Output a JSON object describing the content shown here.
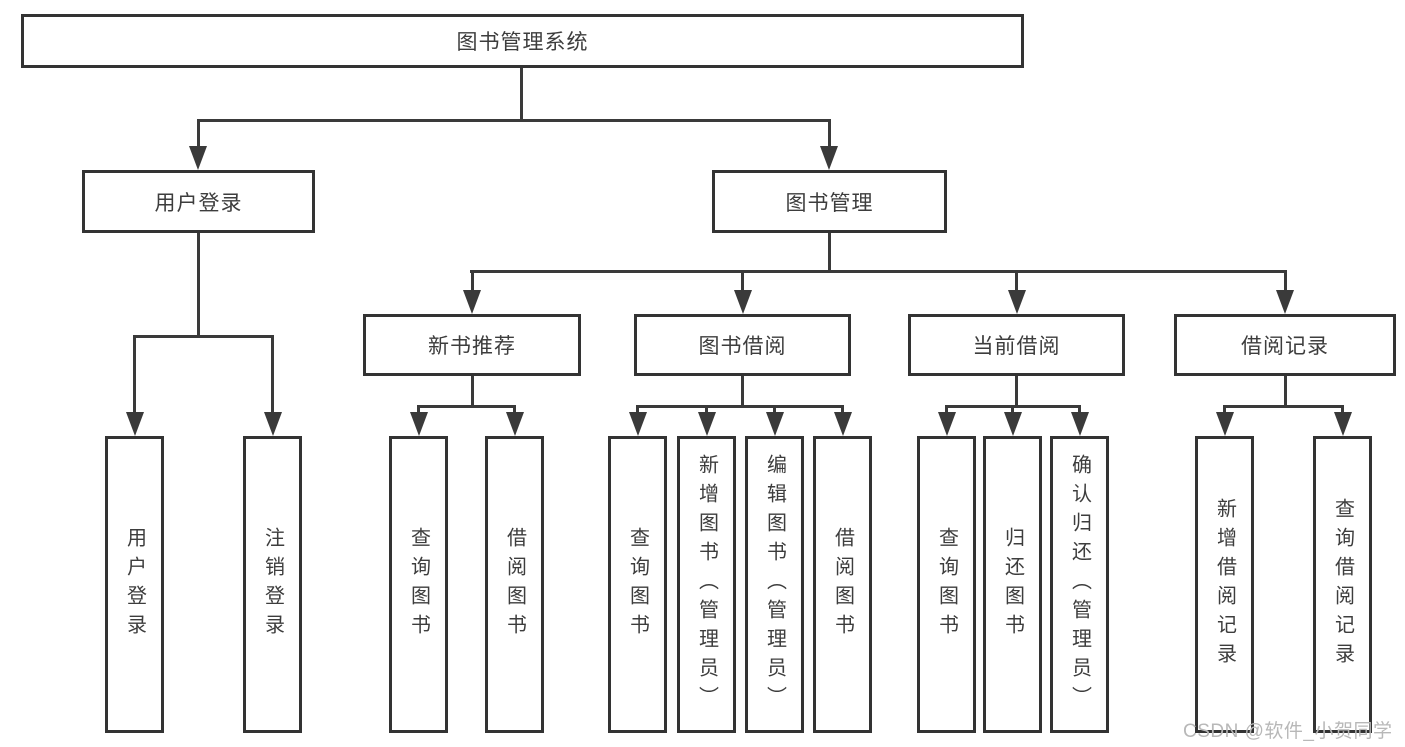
{
  "diagram": {
    "root": {
      "label": "图书管理系统"
    },
    "level1": [
      {
        "id": "user-login",
        "label": "用户登录"
      },
      {
        "id": "book-management",
        "label": "图书管理"
      }
    ],
    "level2": [
      {
        "id": "new-book-recommendation",
        "label": "新书推荐"
      },
      {
        "id": "book-borrowing",
        "label": "图书借阅"
      },
      {
        "id": "current-borrowing",
        "label": "当前借阅"
      },
      {
        "id": "borrowing-records",
        "label": "借阅记录"
      }
    ],
    "leaves": [
      {
        "id": "user-login-leaf",
        "label": "用户登录"
      },
      {
        "id": "logout",
        "label": "注销登录"
      },
      {
        "id": "query-books-recommend",
        "label": "查询图书"
      },
      {
        "id": "borrow-books-recommend",
        "label": "借阅图书"
      },
      {
        "id": "query-books-borrow",
        "label": "查询图书"
      },
      {
        "id": "add-books-admin",
        "label": "新增图书（管理员）"
      },
      {
        "id": "edit-books-admin",
        "label": "编辑图书（管理员）"
      },
      {
        "id": "borrow-books-borrow",
        "label": "借阅图书"
      },
      {
        "id": "query-books-current",
        "label": "查询图书"
      },
      {
        "id": "return-books",
        "label": "归还图书"
      },
      {
        "id": "confirm-return-admin",
        "label": "确认归还（管理员）"
      },
      {
        "id": "add-borrow-record",
        "label": "新增借阅记录"
      },
      {
        "id": "query-borrow-record",
        "label": "查询借阅记录"
      }
    ],
    "watermark": "CSDN @软件_小贺同学",
    "colors": {
      "line": "#3a3a3a",
      "border": "#333333",
      "text": "#3d3d3d",
      "watermark": "#b8b8b8",
      "bg": "#ffffff"
    }
  }
}
